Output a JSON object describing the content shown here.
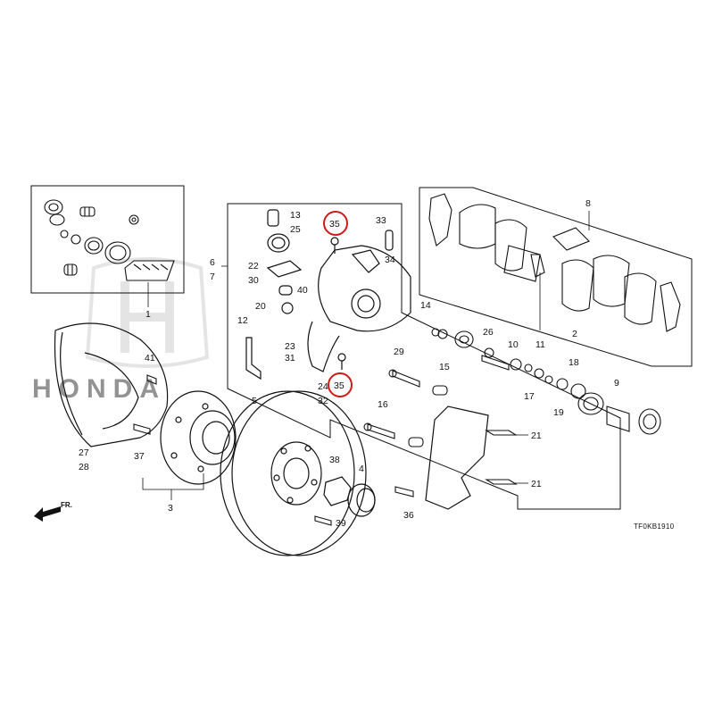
{
  "diagram": {
    "code": "TF0KB1910",
    "front_marker": "FR.",
    "brand_watermark": "HONDA",
    "highlight_color": "#d01818",
    "line_color": "#111111",
    "callouts": [
      "1",
      "2",
      "3",
      "4",
      "5",
      "6",
      "7",
      "8",
      "9",
      "10",
      "11",
      "12",
      "13",
      "14",
      "15",
      "16",
      "17",
      "18",
      "19",
      "20",
      "21",
      "21",
      "22",
      "23",
      "24",
      "25",
      "26",
      "27",
      "28",
      "29",
      "30",
      "31",
      "32",
      "33",
      "34",
      "35",
      "35",
      "36",
      "37",
      "38",
      "39",
      "40",
      "41"
    ],
    "highlighted": [
      "35"
    ]
  }
}
